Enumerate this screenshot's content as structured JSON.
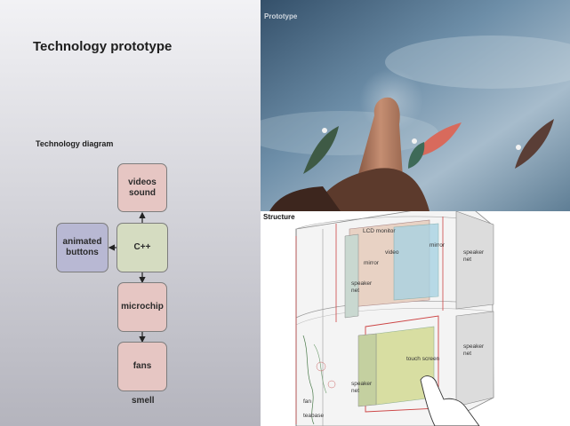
{
  "slide": {
    "title": "Technology prototype"
  },
  "diagram": {
    "title": "Technology diagram",
    "nodes": {
      "videos_sound": "videos\nsound",
      "cpp": "C++",
      "animated_buttons": "animated\nbuttons",
      "microchip": "microchip",
      "fans": "fans"
    },
    "footer": "smell"
  },
  "photo": {
    "label": "Prototype"
  },
  "structure": {
    "label": "Structure",
    "labels": {
      "lcd_monitor": "LCD monitor",
      "video": "video",
      "mirror_left": "mirror",
      "mirror_right": "mirror",
      "speaker_net_1": "speaker",
      "speaker_net_1b": "net",
      "speaker_net_2": "speaker",
      "speaker_net_2b": "net",
      "speaker_net_3": "speaker",
      "speaker_net_3b": "net",
      "speaker_net_4": "speaker",
      "speaker_net_4b": "net",
      "touch_screen": "touch screen",
      "fan": "fan",
      "teabase": "teabase"
    }
  },
  "colors": {
    "box_pink": "#e6c6c3",
    "box_green": "#d5dcc1",
    "box_blue": "#b8b8d3",
    "sky": "#4f6f88"
  }
}
